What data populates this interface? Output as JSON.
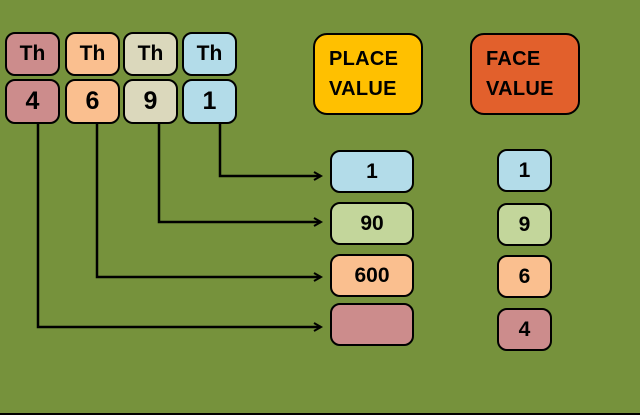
{
  "palette": {
    "background": "#76923C",
    "pink": "#CC8C8C",
    "orange": "#FABF8F",
    "beige": "#DBD8BC",
    "blue": "#B3DCE9",
    "green": "#C3D69B",
    "yellow": "#FFC000",
    "orange_red": "#E2602C",
    "line": "#000000"
  },
  "digit_table": {
    "columns": [
      {
        "header": "Th",
        "digit": "4",
        "color": "#CC8C8C"
      },
      {
        "header": "Th",
        "digit": "6",
        "color": "#FABF8F"
      },
      {
        "header": "Th",
        "digit": "9",
        "color": "#DBD8BC"
      },
      {
        "header": "Th",
        "digit": "1",
        "color": "#B3DCE9"
      }
    ]
  },
  "place_value": {
    "title": "PLACE VALUE",
    "title_bg": "#FFC000",
    "boxes": [
      {
        "value": "1",
        "color": "#B3DCE9"
      },
      {
        "value": "90",
        "color": "#C3D69B"
      },
      {
        "value": "600",
        "color": "#FABF8F"
      },
      {
        "value": "",
        "color": "#CC8C8C"
      }
    ]
  },
  "face_value": {
    "title": "FACE VALUE",
    "title_bg": "#E2602C",
    "boxes": [
      {
        "value": "1",
        "color": "#B3DCE9"
      },
      {
        "value": "9",
        "color": "#C3D69B"
      },
      {
        "value": "6",
        "color": "#FABF8F"
      },
      {
        "value": "4",
        "color": "#CC8C8C"
      }
    ]
  }
}
